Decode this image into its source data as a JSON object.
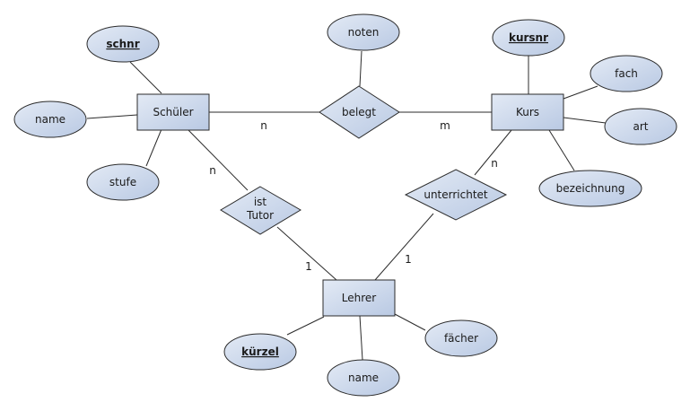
{
  "colors": {
    "fill_light": "#e3eaf5",
    "fill_dark": "#b9c9e3",
    "stroke": "#2b2b2b",
    "background": "#ffffff"
  },
  "entities": {
    "schueler": "Schüler",
    "kurs": "Kurs",
    "lehrer": "Lehrer"
  },
  "relationships": {
    "belegt": "belegt",
    "ist_tutor": [
      "ist",
      "Tutor"
    ],
    "unterrichtet": "unterrichtet"
  },
  "attributes": {
    "schnr": "schnr",
    "schueler_name": "name",
    "stufe": "stufe",
    "noten": "noten",
    "kursnr": "kursnr",
    "fach": "fach",
    "art": "art",
    "bezeichnung": "bezeichnung",
    "kuerzel": "kürzel",
    "lehrer_name": "name",
    "faecher": "fächer"
  },
  "cardinalities": {
    "schueler_belegt": "n",
    "belegt_kurs": "m",
    "schueler_tutor": "n",
    "tutor_lehrer": "1",
    "kurs_unterrichtet": "n",
    "unterrichtet_lehrer": "1"
  }
}
